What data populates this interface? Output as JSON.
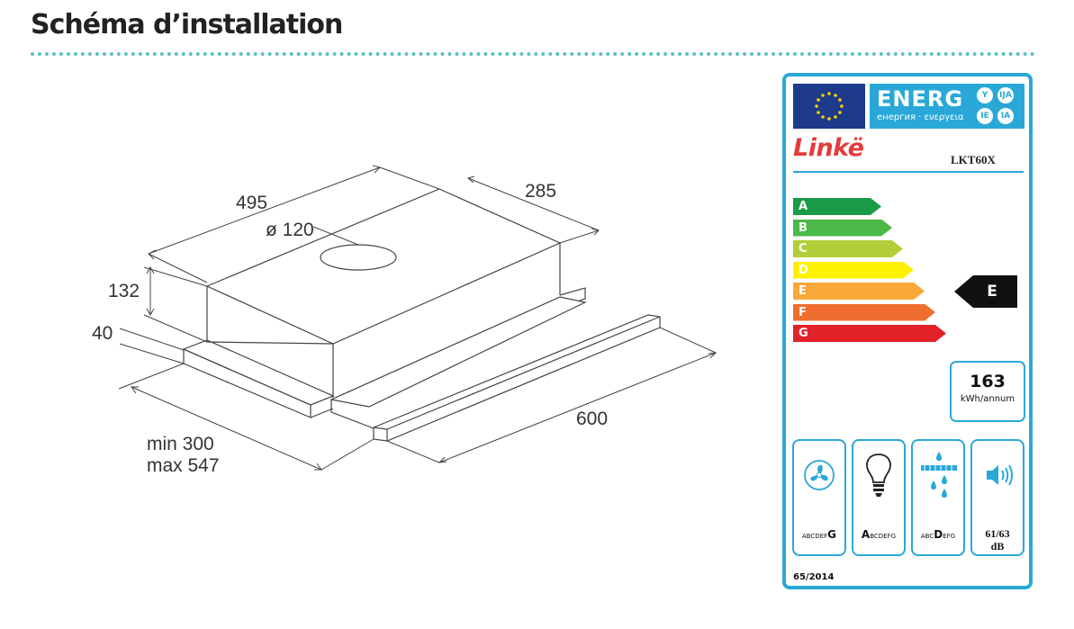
{
  "page": {
    "title": "Schéma d’installation"
  },
  "diagram": {
    "dimensions": {
      "depth": "495",
      "width_body": "285",
      "duct_diameter": "ø 120",
      "height": "132",
      "drawer_height": "40",
      "width": "600",
      "min_label": "min 300",
      "max_label": "max 547"
    }
  },
  "energy_label": {
    "energ_word": "ENERG",
    "energ_sub": "енергия · ενεργεια",
    "lang_codes": [
      "Y",
      "IJA",
      "IE",
      "IA"
    ],
    "brand": "Linkë",
    "model": "LKT60X",
    "classes": [
      {
        "letter": "A",
        "color": "#1a9b48"
      },
      {
        "letter": "B",
        "color": "#4cb848"
      },
      {
        "letter": "C",
        "color": "#b2cf3a"
      },
      {
        "letter": "D",
        "color": "#fff200"
      },
      {
        "letter": "E",
        "color": "#f9a83a"
      },
      {
        "letter": "F",
        "color": "#ef6e2f"
      },
      {
        "letter": "G",
        "color": "#e32129"
      }
    ],
    "rating": "E",
    "consumption_value": "163",
    "consumption_unit": "kWh/annum",
    "icons": [
      {
        "icon": "fan-icon",
        "prefix": "ABCDEF",
        "grade": "G",
        "suffix": ""
      },
      {
        "icon": "bulb-icon",
        "prefix": "",
        "grade": "A",
        "suffix": "BCDEFG"
      },
      {
        "icon": "filter-icon",
        "prefix": "ABC",
        "grade": "D",
        "suffix": "EFG"
      },
      {
        "icon": "speaker-icon",
        "noise": "61/63",
        "unit": "dB"
      }
    ],
    "regulation": "65/2014"
  }
}
